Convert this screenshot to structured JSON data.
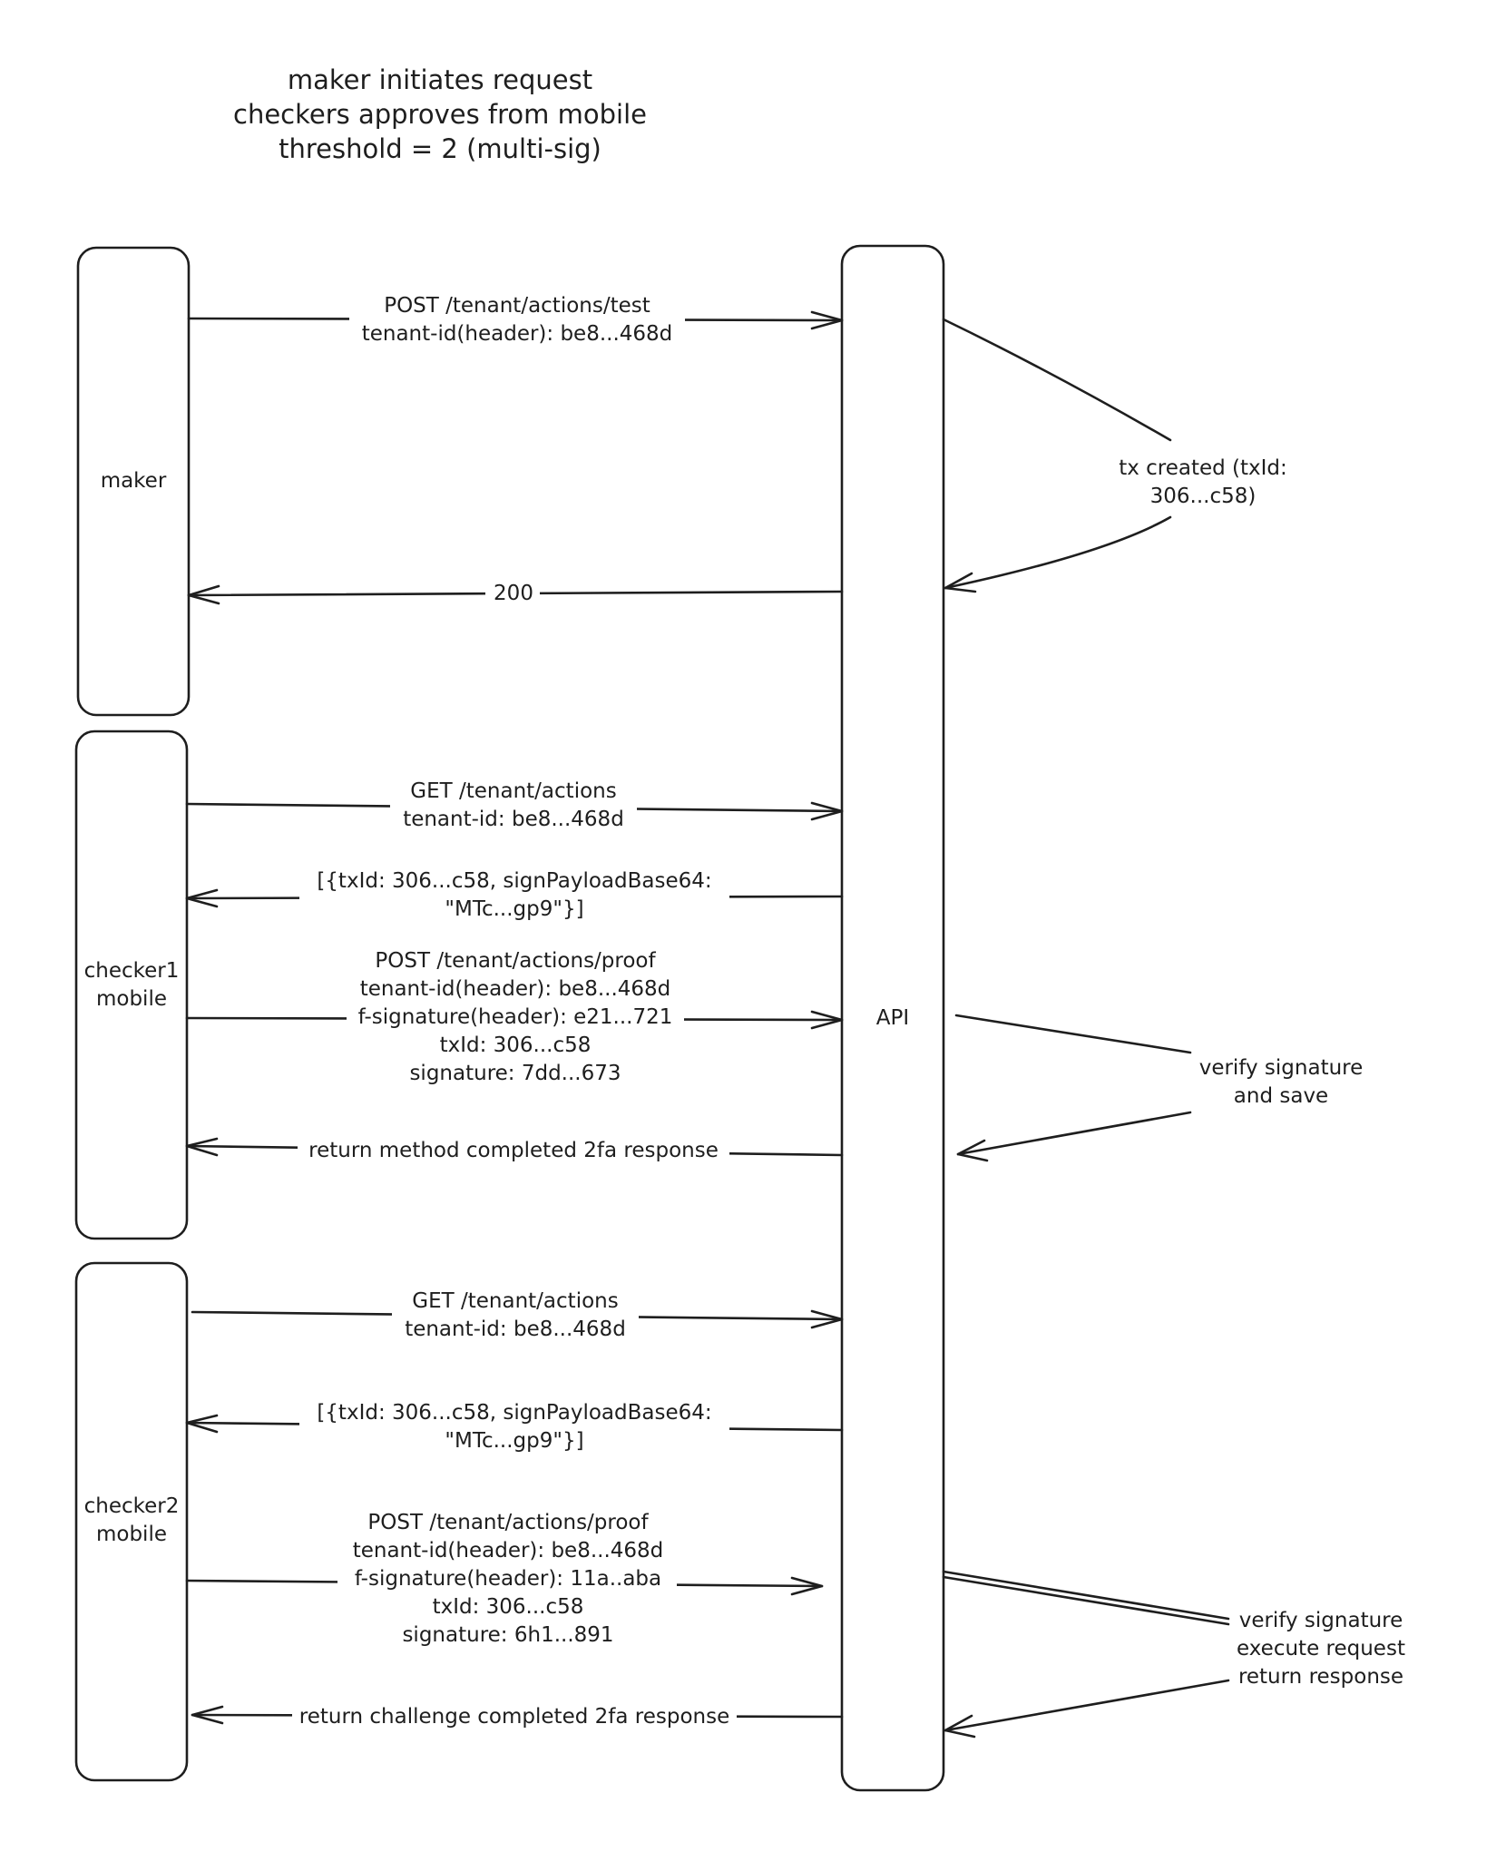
{
  "title": {
    "lines": [
      "maker initiates request",
      "checkers approves from mobile",
      "threshold = 2 (multi-sig)"
    ]
  },
  "participants": {
    "maker": "maker",
    "checker1": [
      "checker1",
      "mobile"
    ],
    "checker2": [
      "checker2",
      "mobile"
    ],
    "api": "API"
  },
  "maker_flow": {
    "request": [
      "POST /tenant/actions/test",
      "tenant-id(header): be8...468d"
    ],
    "response": "200",
    "note": [
      "tx created (txId:",
      "306...c58)"
    ]
  },
  "checker1_flow": {
    "get_request": [
      "GET /tenant/actions",
      "tenant-id: be8...468d"
    ],
    "get_response": [
      "[{txId: 306...c58, signPayloadBase64:",
      "\"MTc...gp9\"}]"
    ],
    "proof_request": [
      "POST /tenant/actions/proof",
      "tenant-id(header): be8...468d",
      "f-signature(header): e21...721",
      "txId: 306...c58",
      "signature: 7dd...673"
    ],
    "proof_response": "return method completed 2fa response",
    "note": [
      "verify signature",
      "and save"
    ]
  },
  "checker2_flow": {
    "get_request": [
      "GET /tenant/actions",
      "tenant-id: be8...468d"
    ],
    "get_response": [
      "[{txId: 306...c58, signPayloadBase64:",
      "\"MTc...gp9\"}]"
    ],
    "proof_request": [
      "POST /tenant/actions/proof",
      "tenant-id(header): be8...468d",
      "f-signature(header): 11a..aba",
      "txId: 306...c58",
      "signature: 6h1...891"
    ],
    "proof_response": "return challenge completed 2fa response",
    "note": [
      "verify signature",
      "execute request",
      "return response"
    ]
  }
}
